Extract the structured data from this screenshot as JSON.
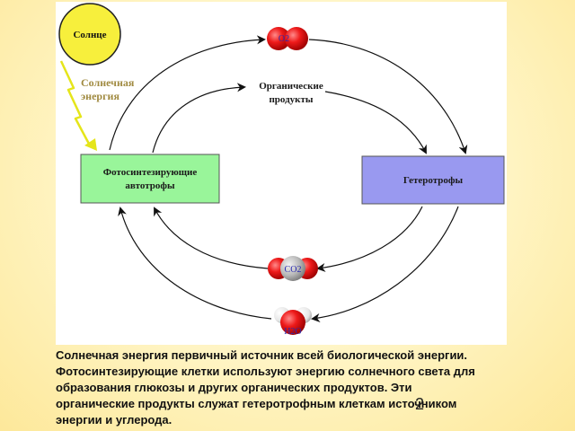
{
  "diagram": {
    "sun_label": "Солнце",
    "solar_energy_line1": "Солнечная",
    "solar_energy_line2": "энергия",
    "autotrophs_line1": "Фотосинтезирующие",
    "autotrophs_line2": "автотрофы",
    "heterotrophs_label": "Гетеротрофы",
    "organic_line1": "Органические",
    "organic_line2": "продукты",
    "o2_label": "O2",
    "co2_label": "CO2",
    "h2o_label": "H2O",
    "colors": {
      "sun": "#f7ef3c",
      "autotrophs_fill": "#99f59a",
      "heterotrophs_fill": "#9999f0",
      "oxygen_red": "#e81010",
      "carbon_gray": "#b8b8b8",
      "arrow": "#111111"
    }
  },
  "caption": {
    "lines": [
      "Солнечная энергия  первичный источник всей биологической энергии.",
      "Фотосинтезирующие клетки используют энергию солнечного света для",
      "образования глюкозы и других органических продуктов. Эти",
      "органические продукты служат гетеротрофным клеткам источником",
      "энергии и углерода."
    ]
  },
  "slide_number": "2"
}
